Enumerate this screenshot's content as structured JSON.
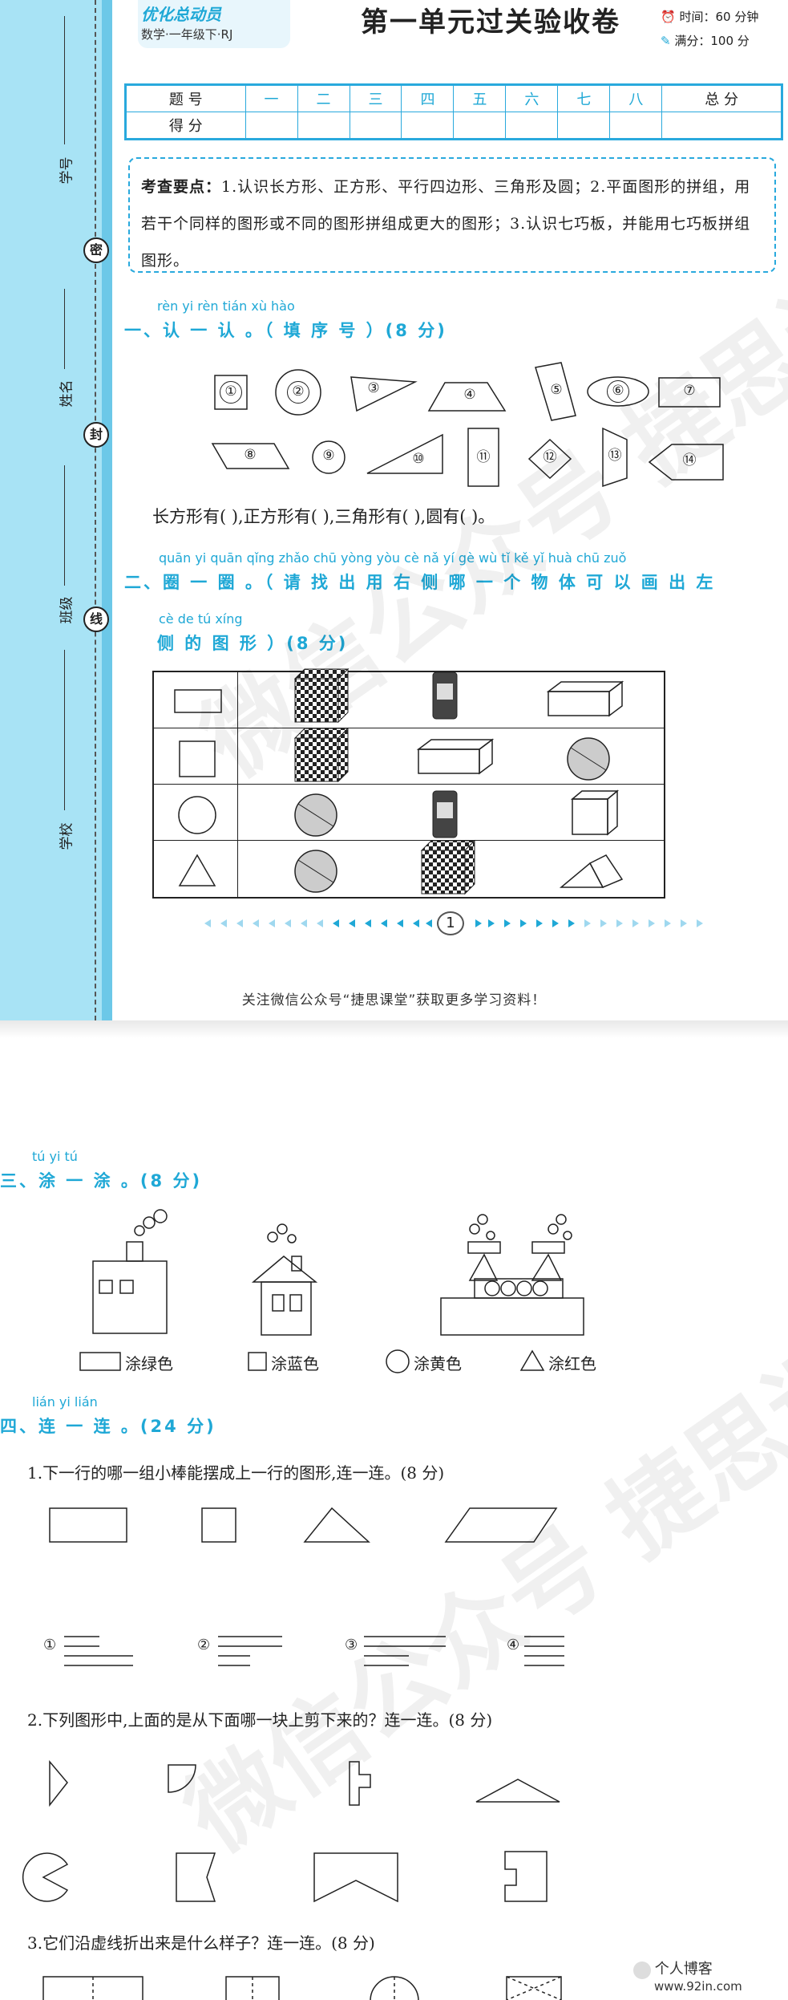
{
  "header": {
    "brand_logo": "优化总动员",
    "subject": "数学·一年级下·RJ",
    "title": "第一单元过关验收卷",
    "time": "时间：60 分钟",
    "full_score": "满分：100 分"
  },
  "sidebar": {
    "labels": [
      "学号",
      "姓名",
      "班级",
      "学校"
    ],
    "seals": [
      "密",
      "封",
      "线"
    ]
  },
  "score_table": {
    "row1": [
      "题 号",
      "一",
      "二",
      "三",
      "四",
      "五",
      "六",
      "七",
      "八",
      "总 分"
    ],
    "row2_label": "得 分"
  },
  "key_points": {
    "label": "考查要点：",
    "text": "1.认识长方形、正方形、平行四边形、三角形及圆；2.平面图形的拼组，用若干个同样的图形或不同的图形拼组成更大的图形；3.认识七巧板，并能用七巧板拼组图形。"
  },
  "section1": {
    "pinyin": "rèn yi rèn      tián xù hào",
    "title": "一、认 一 认 。（ 填 序 号 ）(8 分)",
    "shape_numbers": [
      "①",
      "②",
      "③",
      "④",
      "⑤",
      "⑥",
      "⑦",
      "⑧",
      "⑨",
      "⑩",
      "⑪",
      "⑫",
      "⑬",
      "⑭"
    ],
    "answer": "长方形有(         ),正方形有(         ),三角形有(         ),圆有(         )。"
  },
  "section2": {
    "pinyin1": "quān yi quān        qǐng zhǎo chū yòng yòu cè nǎ yí gè wù tǐ kě yǐ huà chū zuǒ",
    "title1": "二、圈 一 圈 。（ 请 找 出 用 右 侧 哪 一 个 物 体 可 以 画 出 左",
    "pinyin2": "cè de tú xíng",
    "title2": "侧 的 图 形 ）(8 分)"
  },
  "pager": {
    "page": "1"
  },
  "footer": "关注微信公众号“捷思课堂”获取更多学习资料！",
  "section3": {
    "pinyin": "tú yi tú",
    "title": "三、涂 一 涂 。(8 分)",
    "legend": [
      "涂绿色",
      "涂蓝色",
      "涂黄色",
      "涂红色"
    ]
  },
  "section4": {
    "pinyin": "lián yi lián",
    "title": "四、连 一 连 。(24 分)",
    "q1": "1.下一行的哪一组小棒能摆成上一行的图形,连一连。(8 分)",
    "q1_options": [
      "①",
      "②",
      "③",
      "④"
    ],
    "q2": "2.下列图形中,上面的是从下面哪一块上剪下来的？连一连。(8 分)",
    "q3": "3.它们沿虚线折出来是什么样子？连一连。(8 分)"
  },
  "blog": {
    "line1": "个人博客",
    "line2": "www.92in.com"
  },
  "watermark": "微信公众号 捷思课堂",
  "colors": {
    "accent": "#1fa8d6",
    "sidebar": "#a8e3f5"
  }
}
